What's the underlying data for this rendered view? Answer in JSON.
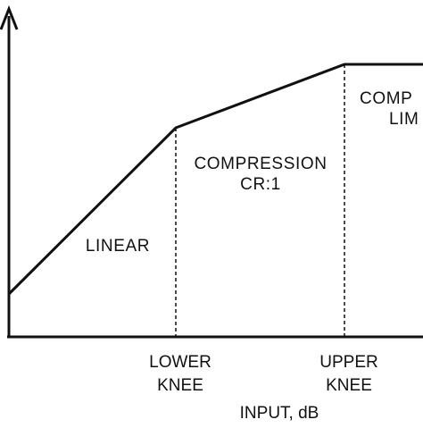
{
  "figure": {
    "x_axis_label": "INPUT, dB",
    "lower_knee_label": [
      "LOWER",
      "KNEE"
    ],
    "upper_knee_label": [
      "UPPER",
      "KNEE"
    ],
    "region_linear": "LINEAR",
    "region_compression": [
      "COMPRESSION",
      "CR:1"
    ],
    "region_limiting": [
      "COMP",
      "LIM"
    ]
  },
  "colors": {
    "line": "#111111",
    "background": "#ffffff"
  }
}
